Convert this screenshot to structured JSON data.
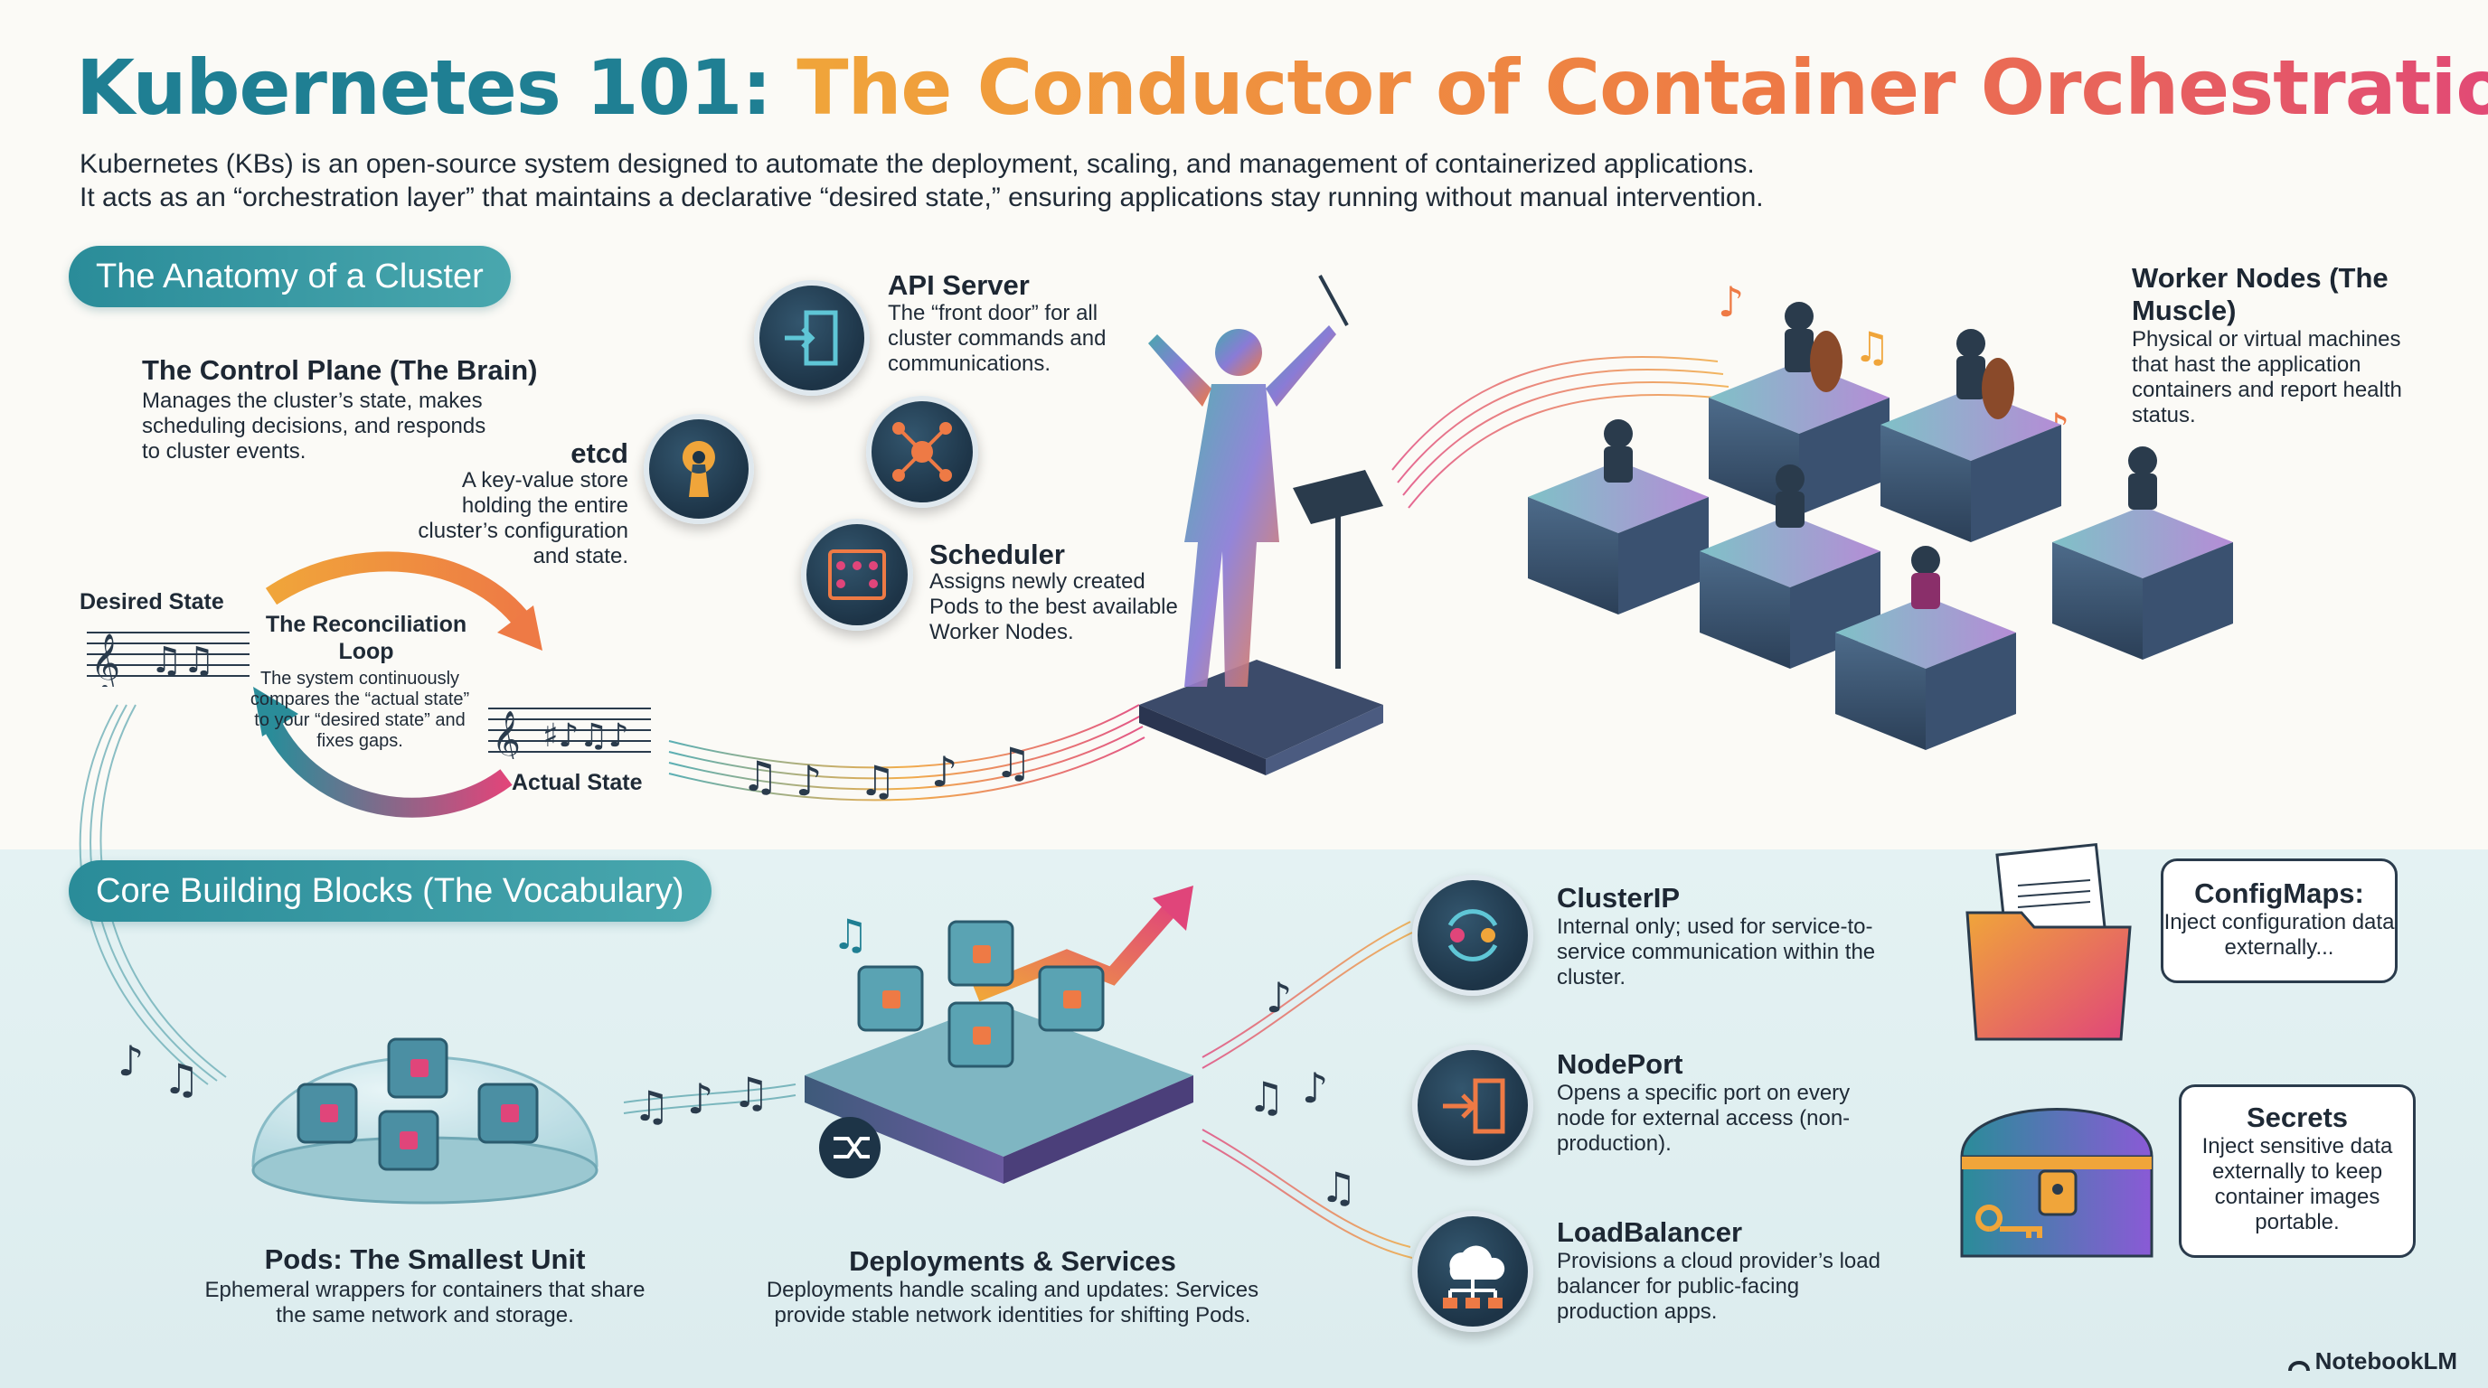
{
  "title": {
    "part1": "Kubernetes 101: ",
    "part2": "The Conductor of Container Orchestration"
  },
  "intro": {
    "line1": "Kubernetes (KBs) is an open-source system designed to automate the deployment, scaling, and management of containerized applications.",
    "line2": "It acts as an “orchestration layer” that maintains a declarative “desired state,” ensuring applications stay running without manual intervention."
  },
  "sections": {
    "anatomy": "The Anatomy of a Cluster",
    "building_blocks": "Core Building Blocks (The Vocabulary)"
  },
  "control_plane": {
    "title": "The Control Plane (The Brain)",
    "desc": "Manages the cluster’s state, makes scheduling decisions, and responds to cluster events."
  },
  "etcd": {
    "title": "etcd",
    "desc": "A key-value store holding the entire cluster’s configuration and state."
  },
  "api_server": {
    "title": "API Server",
    "desc": "The “front door” for all cluster commands and communications."
  },
  "scheduler": {
    "title": "Scheduler",
    "desc": "Assigns newly created Pods to the best available Worker Nodes."
  },
  "worker_nodes": {
    "title": "Worker Nodes (The Muscle)",
    "desc": "Physical or virtual machines that hast the application containers and report health status."
  },
  "reconciliation": {
    "desired_label": "Desired State",
    "actual_label": "Actual State",
    "title": "The Reconciliation Loop",
    "desc": "The system continuously compares the “actual state” to your “desired state” and fixes gaps."
  },
  "pods": {
    "title": "Pods: The Smallest Unit",
    "desc": "Ephemeral wrappers for containers that share the same network and storage."
  },
  "deployments": {
    "title": "Deployments & Services",
    "desc": "Deployments handle scaling and updates: Services provide stable network identities for shifting Pods."
  },
  "cluster_ip": {
    "title": "ClusterIP",
    "desc": "Internal only; used for service-to-service communication within the cluster."
  },
  "node_port": {
    "title": "NodePort",
    "desc": "Opens a specific port on every node for external access (non-production)."
  },
  "load_balancer": {
    "title": "LoadBalancer",
    "desc": "Provisions a cloud provider’s load balancer for public-facing production apps."
  },
  "configmaps": {
    "title": "ConfigMaps:",
    "desc": "Inject configuration data externally..."
  },
  "secrets": {
    "title": "Secrets",
    "desc": "Inject sensitive data externally to keep container images portable."
  },
  "brand": "NotebookLM",
  "colors": {
    "teal": "#1f7f93",
    "orange": "#ee7a45",
    "pink": "#e0457a",
    "navy": "#1d3447",
    "band": "#e4f2f3"
  }
}
